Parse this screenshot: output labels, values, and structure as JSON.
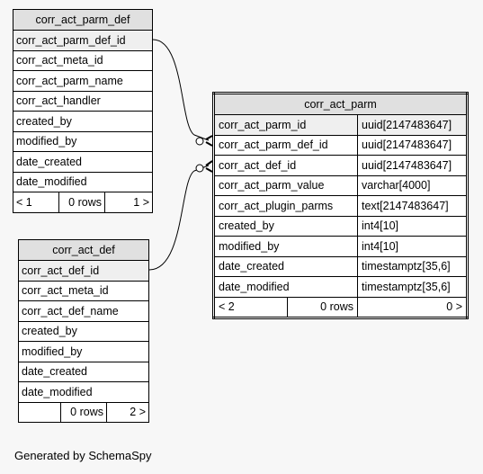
{
  "tables": {
    "corr_act_parm_def": {
      "name": "corr_act_parm_def",
      "columns": [
        "corr_act_parm_def_id",
        "corr_act_meta_id",
        "corr_act_parm_name",
        "corr_act_handler",
        "created_by",
        "modified_by",
        "date_created",
        "date_modified"
      ],
      "footer": {
        "left": "< 1",
        "mid": "0 rows",
        "right": "1 >"
      }
    },
    "corr_act_def": {
      "name": "corr_act_def",
      "columns": [
        "corr_act_def_id",
        "corr_act_meta_id",
        "corr_act_def_name",
        "created_by",
        "modified_by",
        "date_created",
        "date_modified"
      ],
      "footer": {
        "left": "",
        "mid": "0 rows",
        "right": "2 >"
      }
    },
    "corr_act_parm": {
      "name": "corr_act_parm",
      "columns": [
        {
          "name": "corr_act_parm_id",
          "type": "uuid[2147483647]"
        },
        {
          "name": "corr_act_parm_def_id",
          "type": "uuid[2147483647]"
        },
        {
          "name": "corr_act_def_id",
          "type": "uuid[2147483647]"
        },
        {
          "name": "corr_act_parm_value",
          "type": "varchar[4000]"
        },
        {
          "name": "corr_act_plugin_parms",
          "type": "text[2147483647]"
        },
        {
          "name": "created_by",
          "type": "int4[10]"
        },
        {
          "name": "modified_by",
          "type": "int4[10]"
        },
        {
          "name": "date_created",
          "type": "timestamptz[35,6]"
        },
        {
          "name": "date_modified",
          "type": "timestamptz[35,6]"
        }
      ],
      "footer": {
        "left": "< 2",
        "mid": "0 rows",
        "right": "0 >"
      }
    }
  },
  "caption": "Generated by SchemaSpy"
}
